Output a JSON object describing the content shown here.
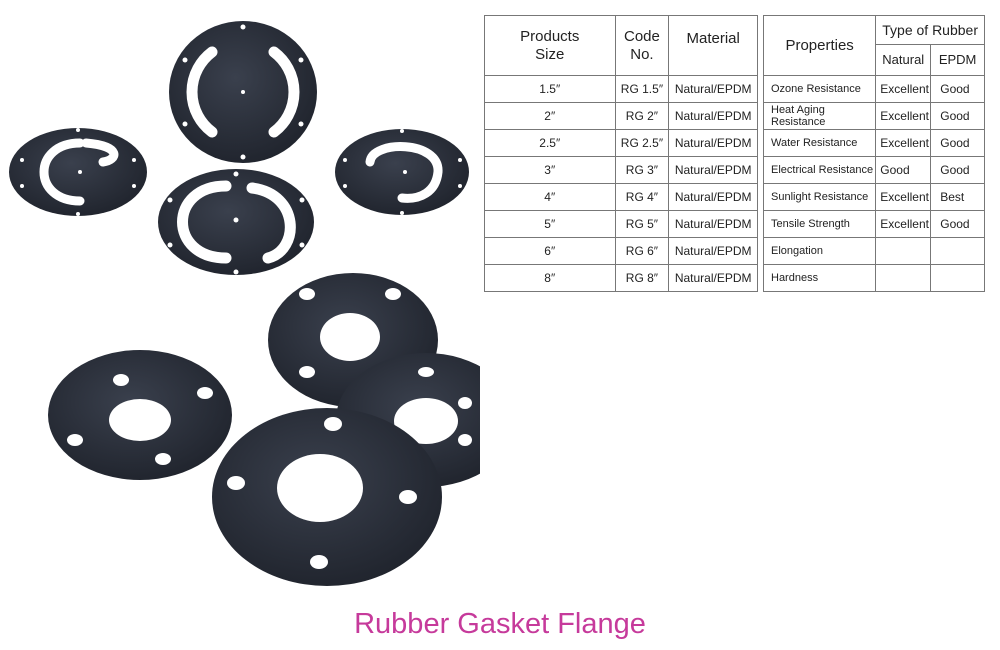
{
  "title": "Rubber Gasket Flange",
  "products_table": {
    "headers": {
      "size": "Products Size",
      "code": "Code No.",
      "material": "Material"
    },
    "rows": [
      {
        "size": "1.5″",
        "code": "RG 1.5″",
        "material": "Natural/EPDM"
      },
      {
        "size": "2″",
        "code": "RG 2″",
        "material": "Natural/EPDM"
      },
      {
        "size": "2.5″",
        "code": "RG 2.5″",
        "material": "Natural/EPDM"
      },
      {
        "size": "3″",
        "code": "RG 3″",
        "material": "Natural/EPDM"
      },
      {
        "size": "4″",
        "code": "RG 4″",
        "material": "Natural/EPDM"
      },
      {
        "size": "5″",
        "code": "RG 5″",
        "material": "Natural/EPDM"
      },
      {
        "size": "6″",
        "code": "RG 6″",
        "material": "Natural/EPDM"
      },
      {
        "size": "8″",
        "code": "RG 8″",
        "material": "Natural/EPDM"
      }
    ]
  },
  "properties_table": {
    "headers": {
      "properties": "Properties",
      "type": "Type of Rubber",
      "natural": "Natural",
      "epdm": "EPDM"
    },
    "rows": [
      {
        "property": "Ozone Resistance",
        "natural": "Excellent",
        "epdm": "Good"
      },
      {
        "property": "Heat Aging Resistance",
        "natural": "Excellent",
        "epdm": "Good"
      },
      {
        "property": "Water Resistance",
        "natural": "Excellent",
        "epdm": "Good"
      },
      {
        "property": "Electrical Resistance",
        "natural": "Good",
        "epdm": "Good"
      },
      {
        "property": "Sunlight Resistance",
        "natural": "Excellent",
        "epdm": "Best"
      },
      {
        "property": "Tensile Strength",
        "natural": "Excellent",
        "epdm": "Good"
      },
      {
        "property": "Elongation",
        "natural": "",
        "epdm": ""
      },
      {
        "property": "Hardness",
        "natural": "",
        "epdm": ""
      }
    ]
  },
  "colors": {
    "gasket": "#2a2f3a",
    "title": "#c63a9b",
    "border": "#777777"
  }
}
